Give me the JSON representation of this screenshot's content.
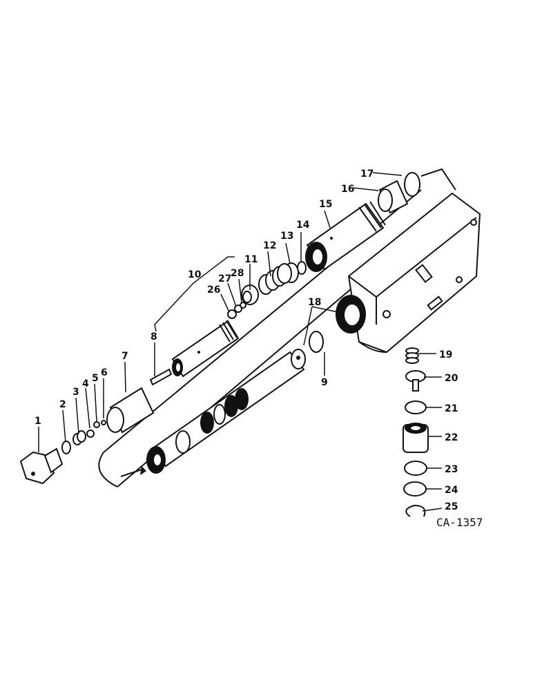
{
  "diagram": {
    "labels": {
      "p1": "1",
      "p2": "2",
      "p3": "3",
      "p4": "4",
      "p5": "5",
      "p6": "6",
      "p7": "7",
      "p8": "8",
      "p9": "9",
      "p10": "10",
      "p11": "11",
      "p12": "12",
      "p13": "13",
      "p14": "14",
      "p15": "15",
      "p16": "16",
      "p17": "17",
      "p18": "18",
      "p19": "19",
      "p20": "20",
      "p21": "21",
      "p22": "22",
      "p23": "23",
      "p24": "24",
      "p25": "25",
      "p26": "26",
      "p27": "27",
      "p28": "28"
    },
    "figure_code": "CA-1357"
  }
}
